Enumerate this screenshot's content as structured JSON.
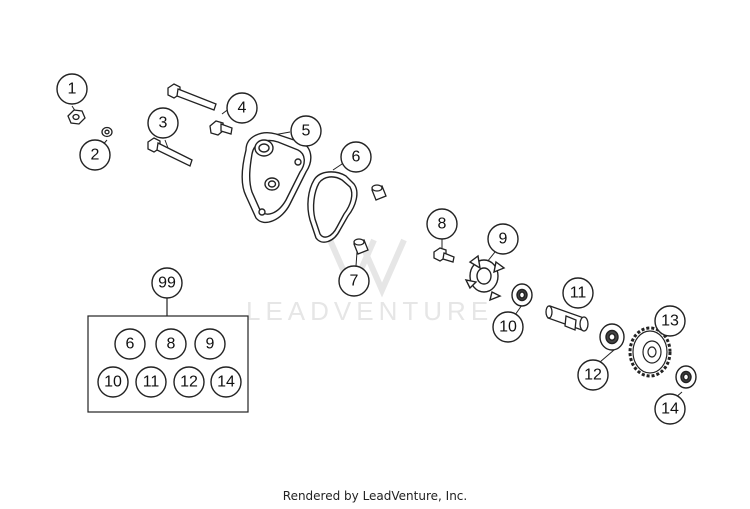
{
  "watermark": "LEADVENTURE",
  "footer": "Rendered by LeadVenture, Inc.",
  "callouts": {
    "c1": "1",
    "c2": "2",
    "c3": "3",
    "c4": "4",
    "c5": "5",
    "c6": "6",
    "c7": "7",
    "c8": "8",
    "c9": "9",
    "c10": "10",
    "c11": "11",
    "c12": "12",
    "c13": "13",
    "c14": "14"
  },
  "kit": {
    "label": "99",
    "items": [
      "6",
      "8",
      "9",
      "10",
      "11",
      "12",
      "14"
    ]
  }
}
